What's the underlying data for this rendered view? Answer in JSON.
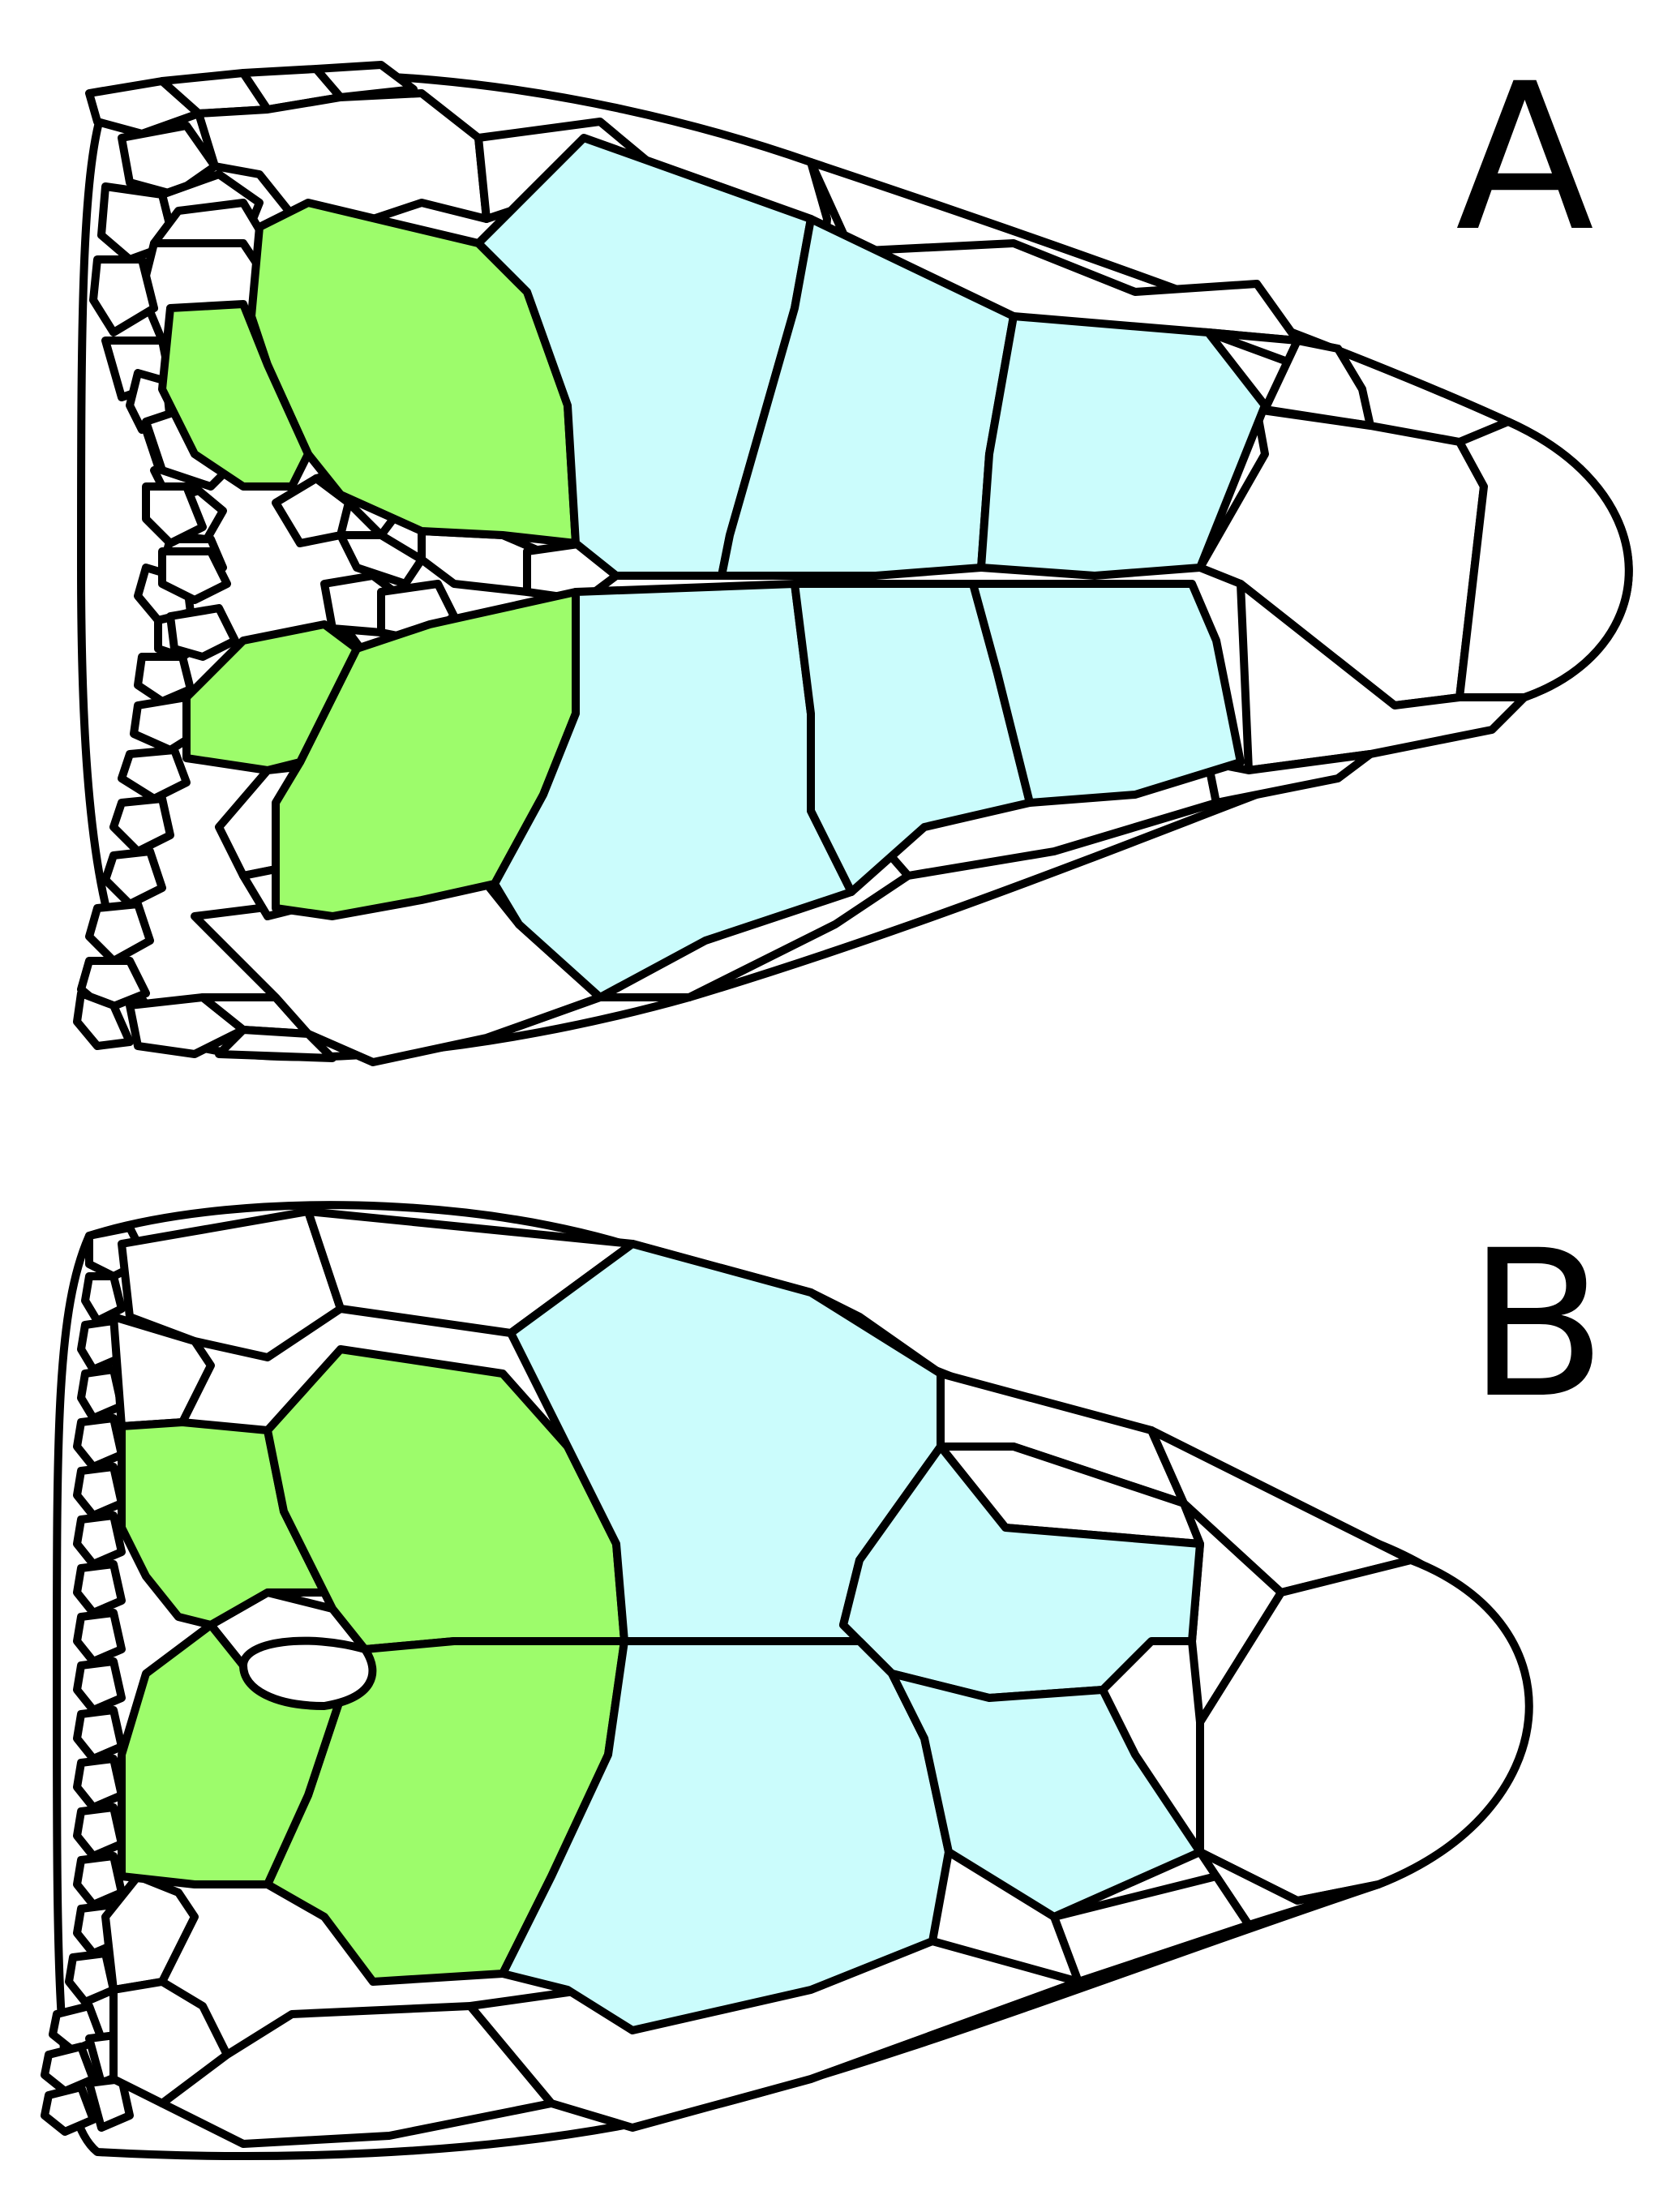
{
  "figure": {
    "panels": [
      {
        "label": "A",
        "name": "skull-dorsal-view-a"
      },
      {
        "label": "B",
        "name": "skull-dorsal-view-b"
      }
    ],
    "colors": {
      "green_scales": "#9dfc6b",
      "blue_scales": "#cbfcfc",
      "other_scales": "#ffffff",
      "outline": "#000000"
    }
  }
}
